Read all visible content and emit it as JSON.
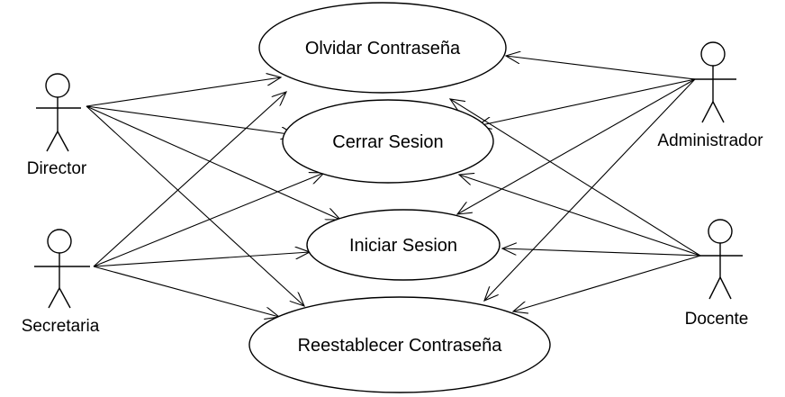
{
  "actors": [
    {
      "id": "director",
      "name": "Director"
    },
    {
      "id": "secretaria",
      "name": "Secretaria"
    },
    {
      "id": "administrador",
      "name": "Administrador"
    },
    {
      "id": "docente",
      "name": "Docente"
    }
  ],
  "use_cases": [
    {
      "id": "olvidar",
      "name": "Olvidar Contraseña"
    },
    {
      "id": "cerrar",
      "name": "Cerrar Sesion"
    },
    {
      "id": "iniciar",
      "name": "Iniciar Sesion"
    },
    {
      "id": "reestablecer",
      "name": "Reestablecer Contraseña"
    }
  ],
  "associations": [
    {
      "actor": "director",
      "use_case": "olvidar"
    },
    {
      "actor": "director",
      "use_case": "cerrar"
    },
    {
      "actor": "director",
      "use_case": "iniciar"
    },
    {
      "actor": "director",
      "use_case": "reestablecer"
    },
    {
      "actor": "secretaria",
      "use_case": "olvidar"
    },
    {
      "actor": "secretaria",
      "use_case": "cerrar"
    },
    {
      "actor": "secretaria",
      "use_case": "iniciar"
    },
    {
      "actor": "secretaria",
      "use_case": "reestablecer"
    },
    {
      "actor": "administrador",
      "use_case": "olvidar"
    },
    {
      "actor": "administrador",
      "use_case": "cerrar"
    },
    {
      "actor": "administrador",
      "use_case": "iniciar"
    },
    {
      "actor": "administrador",
      "use_case": "reestablecer"
    },
    {
      "actor": "docente",
      "use_case": "olvidar"
    },
    {
      "actor": "docente",
      "use_case": "cerrar"
    },
    {
      "actor": "docente",
      "use_case": "iniciar"
    },
    {
      "actor": "docente",
      "use_case": "reestablecer"
    }
  ]
}
